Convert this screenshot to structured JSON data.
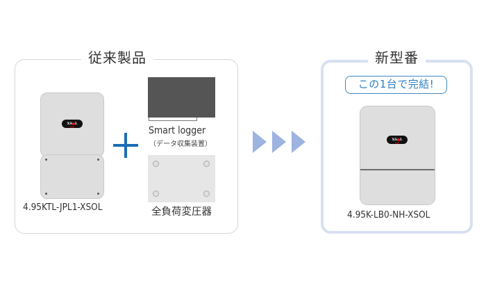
{
  "old_group": {
    "title": "従来製品",
    "inverter": {
      "model": "4.95KTL-JPL1-XSOL",
      "logo_text": "XSOL"
    },
    "connector_icon": "plus-icon",
    "smart_logger": {
      "label": "Smart logger",
      "sublabel": "（データ収集装置）"
    },
    "transformer": {
      "label": "全負荷変圧器"
    }
  },
  "transition": {
    "icon": "triple-chevron-right-icon",
    "count": 3
  },
  "new_group": {
    "title": "新型番",
    "callout": "この1台で完結!",
    "inverter": {
      "model": "4.95K-LB0-NH-XSOL",
      "logo_text": "XSOL"
    }
  },
  "colors": {
    "accent_blue": "#1b6db6",
    "callout_blue": "#2f7fc1",
    "arrow_blue": "#9db3e0",
    "new_box_border": "#d8e0f2",
    "old_box_border": "#d5d5d5",
    "device_gray": "#dedede",
    "logger_dark": "#555555"
  }
}
